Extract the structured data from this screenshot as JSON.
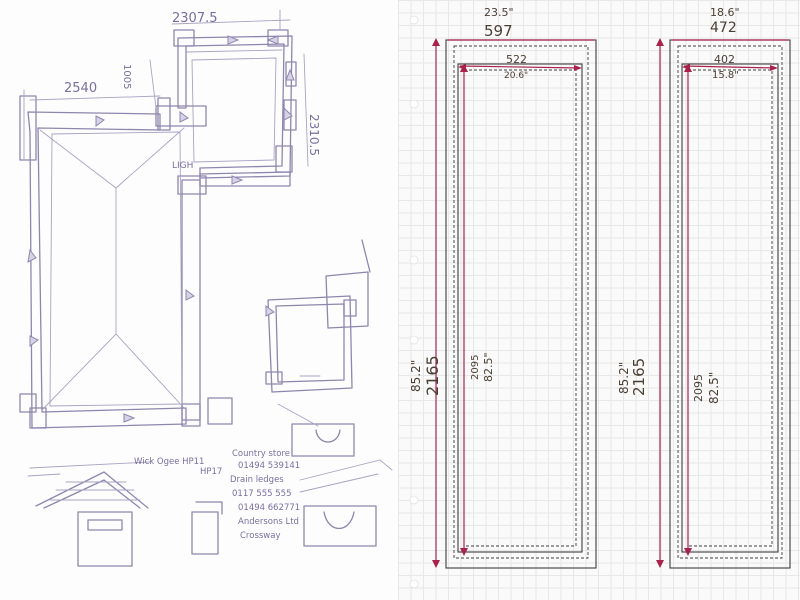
{
  "left_sketch": {
    "dims": {
      "top_width": "2307.5",
      "upper_left": "1005",
      "left_width": "2540",
      "right_height": "2310.5"
    },
    "labels": {
      "ligh": "LIGH"
    },
    "notes": {
      "line1": "Wick Ogee  HP11",
      "line2": "HP17",
      "line3": "Country store",
      "line4": "01494 539141",
      "line5": "Drain ledges",
      "line6": "0117 555 555",
      "line7": "01494 662771",
      "line8": "Andersons Ltd",
      "line9": "Crossway"
    }
  },
  "right_drawing": {
    "panel_a": {
      "outer_width_in": "23.5\"",
      "outer_width_mm": "597",
      "inner_width_mm": "522",
      "inner_width_in": "20.6\"",
      "outer_height_in": "85.2\"",
      "outer_height_mm": "2165",
      "inner_height_mm": "2095",
      "inner_height_in": "82.5\""
    },
    "panel_b": {
      "outer_width_in": "18.6\"",
      "outer_width_mm": "472",
      "inner_width_mm": "402",
      "inner_width_in": "15.8\"",
      "outer_height_in": "85.2\"",
      "outer_height_mm": "2165",
      "inner_height_mm": "2095",
      "inner_height_in": "82.5\""
    }
  },
  "colors": {
    "pencil": "#8f86ad",
    "ink": "#3d3d3d",
    "dimension_red": "#a8224c",
    "grid": "#e7e7e7"
  }
}
